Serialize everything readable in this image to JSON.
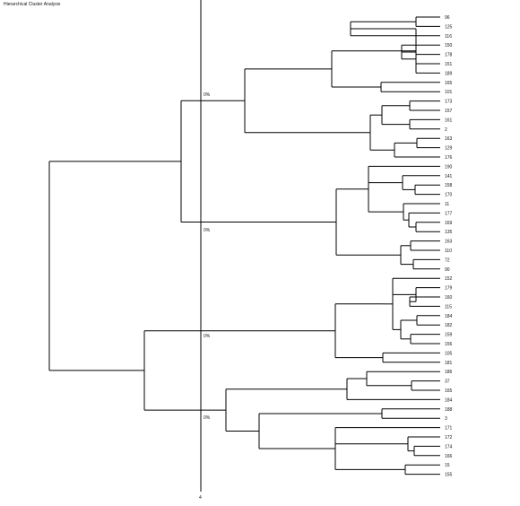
{
  "title": "Hierarchical Cluster Analysis",
  "cut_label": "4",
  "cluster_markers": [
    "0%",
    "0%",
    "0%",
    "0%"
  ],
  "leaves": [
    "96",
    "125",
    "116",
    "150",
    "178",
    "151",
    "189",
    "165",
    "101",
    "173",
    "157",
    "161",
    "2",
    "163",
    "129",
    "176",
    "190",
    "141",
    "158",
    "170",
    "11",
    "177",
    "169",
    "135",
    "163",
    "110",
    "72",
    "90",
    "152",
    "179",
    "160",
    "115",
    "184",
    "182",
    "159",
    "156",
    "105",
    "181",
    "186",
    "37",
    "165",
    "184",
    "188",
    "3",
    "171",
    "172",
    "174",
    "166",
    "15",
    "155"
  ],
  "colors": {
    "line": "#000000",
    "background": "#ffffff"
  }
}
